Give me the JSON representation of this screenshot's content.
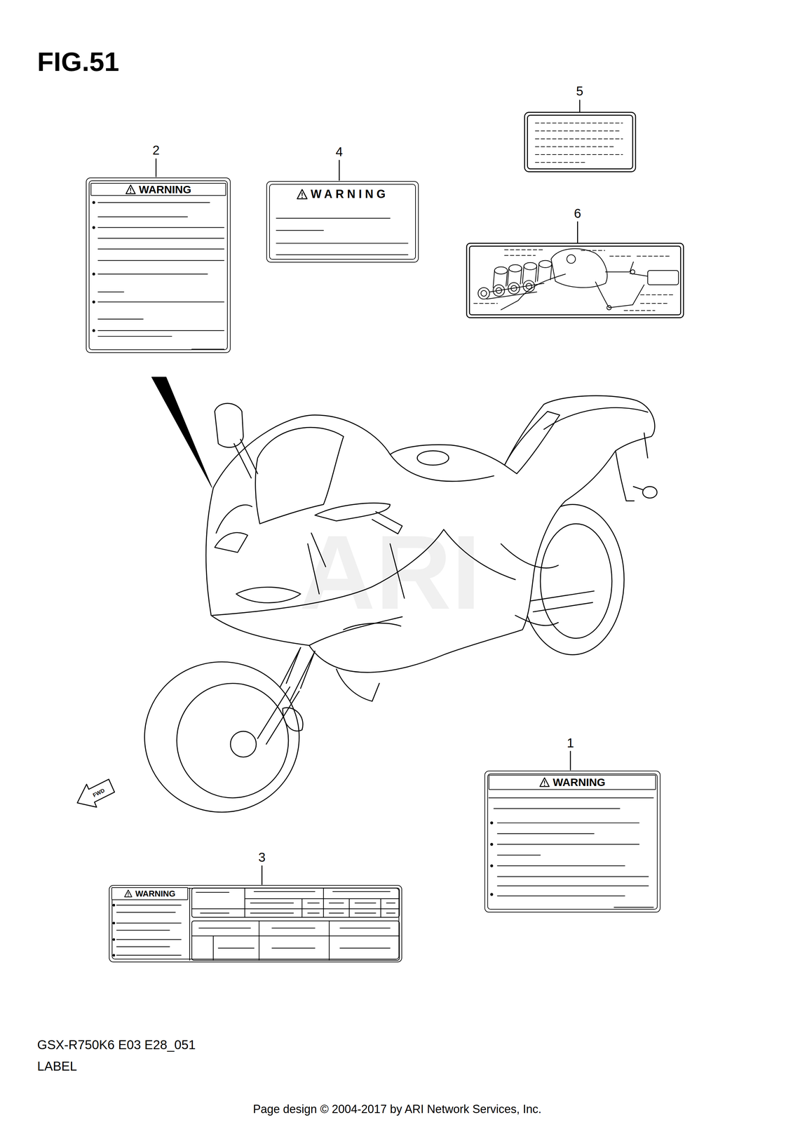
{
  "diagram": {
    "title": "FIG.51",
    "nodes": [
      {
        "text": [
          "WARNING"
        ]
      },
      {
        "text": [
          "WARNING"
        ]
      },
      {
        "text": [
          "WARNING"
        ]
      },
      {
        "text": [
          "WARNING"
        ]
      }
    ],
    "labels": [
      "5",
      "2",
      "4",
      "6",
      "ARI",
      "1",
      "FWD",
      "3",
      "GSX-R750K6 E03 E28_051",
      "LABEL",
      "Page design © 2004-2017 by ARI Network Services, Inc."
    ]
  }
}
